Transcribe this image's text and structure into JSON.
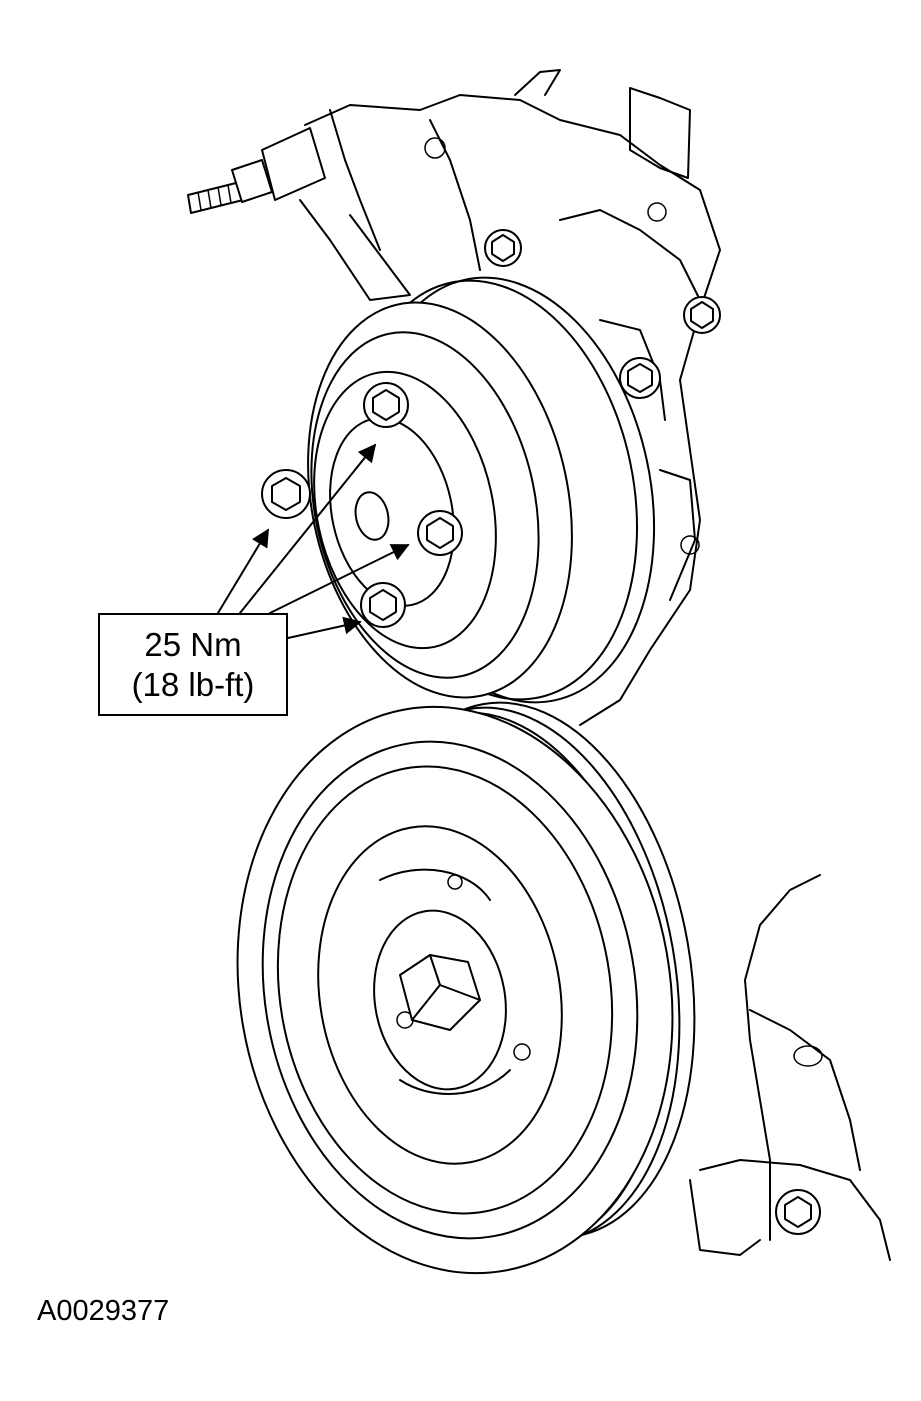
{
  "callout": {
    "torque_metric": "25 Nm",
    "torque_imperial": "(18 lb-ft)"
  },
  "figure_id": "A0029377"
}
